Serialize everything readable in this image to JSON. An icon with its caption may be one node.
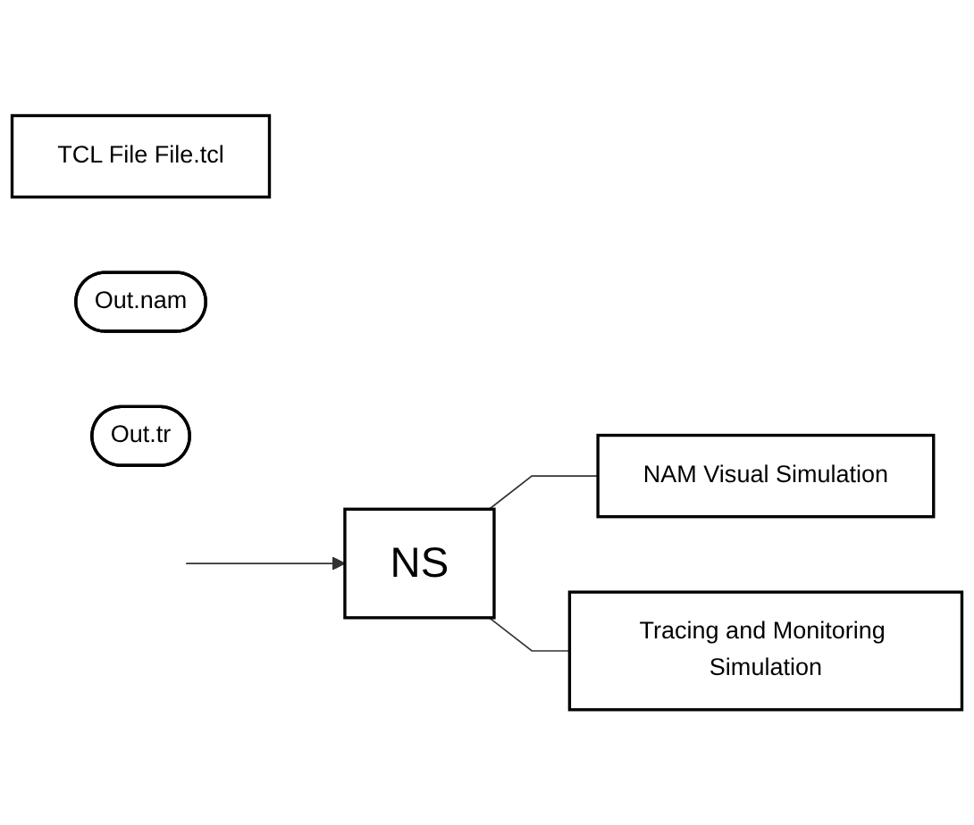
{
  "diagram": {
    "nodes": [
      {
        "text": [
          "TCL File File.tcl"
        ]
      },
      {
        "text": [
          "NS"
        ]
      },
      {
        "text": [
          "Out.nam"
        ]
      },
      {
        "text": [
          "NAM Visual Simulation"
        ]
      },
      {
        "text": [
          "Out.tr"
        ]
      },
      {
        "text": [
          "Tracing and Monitoring Simulation"
        ]
      }
    ],
    "edges": [
      {
        "from": null,
        "to": 1,
        "arrow": "to"
      },
      {
        "from": 1,
        "to": 3,
        "arrow": "none"
      },
      {
        "from": 1,
        "to": 5,
        "arrow": "none"
      }
    ]
  }
}
